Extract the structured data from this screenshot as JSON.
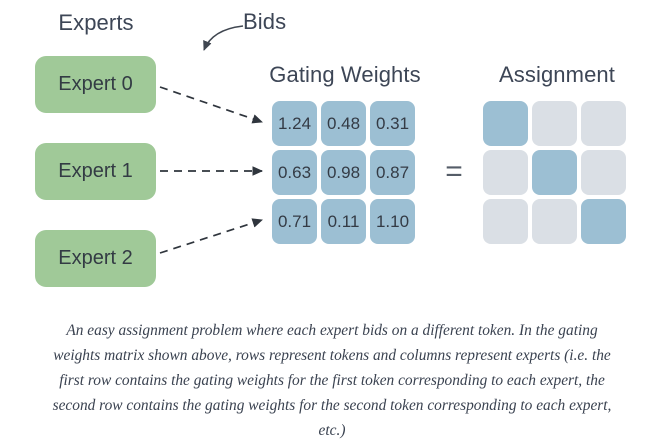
{
  "figure": {
    "headings": {
      "experts": "Experts",
      "gating": "Gating Weights",
      "assignment": "Assignment"
    },
    "annotation": {
      "bids_label": "Bids"
    },
    "operator": {
      "equals": "="
    },
    "experts": [
      {
        "label": "Expert 0"
      },
      {
        "label": "Expert 1"
      },
      {
        "label": "Expert 2"
      }
    ],
    "gating_weights": {
      "rows": [
        [
          "1.24",
          "0.48",
          "0.31"
        ],
        [
          "0.63",
          "0.98",
          "0.87"
        ],
        [
          "0.71",
          "0.11",
          "1.10"
        ]
      ]
    },
    "assignment": {
      "rows": [
        [
          "selected",
          "empty",
          "empty"
        ],
        [
          "empty",
          "selected",
          "empty"
        ],
        [
          "empty",
          "empty",
          "selected"
        ]
      ]
    },
    "caption": "An easy assignment problem where each expert bids on a different token. In the gating weights matrix shown above, rows represent tokens and columns represent experts (i.e. the first row contains the gating weights for the first token corresponding to each expert, the second row contains the gating weights for the second token corresponding to each expert, etc.)",
    "colors": {
      "expert_green": "#a0c998",
      "cell_blue": "#9cbfd3",
      "cell_gray": "#dadfe5",
      "text_dark": "#3d4656",
      "arrow": "#3f4650"
    }
  }
}
